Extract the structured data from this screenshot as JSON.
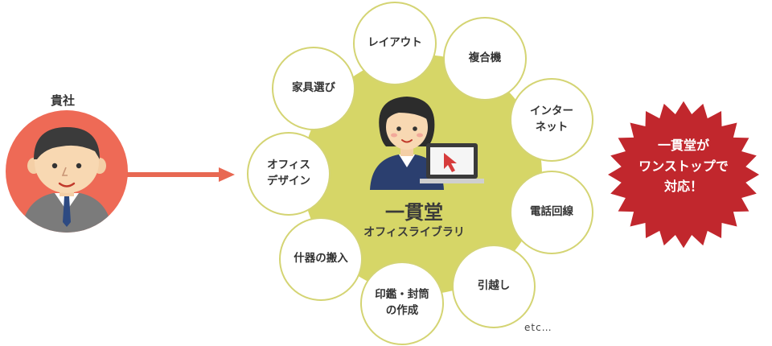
{
  "client": {
    "label": "貴社",
    "avatar_icon": "businessman-avatar-icon"
  },
  "arrow_icon": "right-arrow-icon",
  "hub": {
    "name": "一貫堂",
    "subtitle": "オフィスライブラリ",
    "avatar_icon": "businesswoman-with-laptop-icon",
    "color": "#d6d667"
  },
  "services": [
    {
      "id": "layout",
      "label": "レイアウト"
    },
    {
      "id": "copier",
      "label": "複合機"
    },
    {
      "id": "internet",
      "label": "インター\nネット"
    },
    {
      "id": "phone",
      "label": "電話回線"
    },
    {
      "id": "moving",
      "label": "引越し"
    },
    {
      "id": "stamps",
      "label": "印鑑・封筒\nの作成"
    },
    {
      "id": "fixtures",
      "label": "什器の搬入"
    },
    {
      "id": "office-design",
      "label": "オフィス\nデザイン"
    },
    {
      "id": "furniture",
      "label": "家具選び"
    }
  ],
  "etc_label": "etc…",
  "badge": {
    "text": "一貫堂が\nワンストップで\n対応！",
    "color": "#c1272d"
  },
  "colors": {
    "client_circle": "#ee6a56",
    "arrow": "#e86852",
    "ring_border": "#d4d473"
  }
}
